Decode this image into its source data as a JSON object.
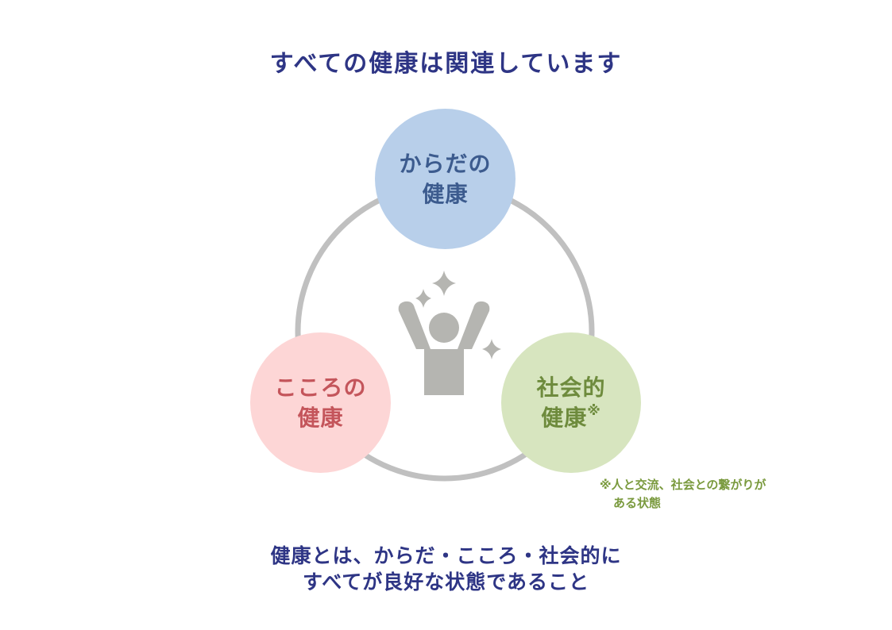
{
  "title": "すべての健康は関連しています",
  "circles": {
    "body": {
      "line1": "からだの",
      "line2": "健康"
    },
    "mind": {
      "line1": "こころの",
      "line2": "健康"
    },
    "social": {
      "line1": "社会的",
      "line2": "健康",
      "mark": "※"
    }
  },
  "footnote": {
    "line1": "※人と交流、社会との繋がりが",
    "line2": "ある状態"
  },
  "summary": {
    "line1": "健康とは、からだ・こころ・社会的に",
    "line2": "すべてが良好な状態であること"
  },
  "icons": {
    "center": "person-raising-arms-icon",
    "sparkles": "sparkle-icon"
  },
  "colors": {
    "title": "#2e3585",
    "ring": "#c0c0c0",
    "body_fill": "#b8cfea",
    "body_text": "#3c5b8e",
    "mind_fill": "#fdd6d6",
    "mind_text": "#c4555b",
    "social_fill": "#d7e5bf",
    "social_text": "#6e8b3d",
    "figure": "#b5b5b1"
  }
}
